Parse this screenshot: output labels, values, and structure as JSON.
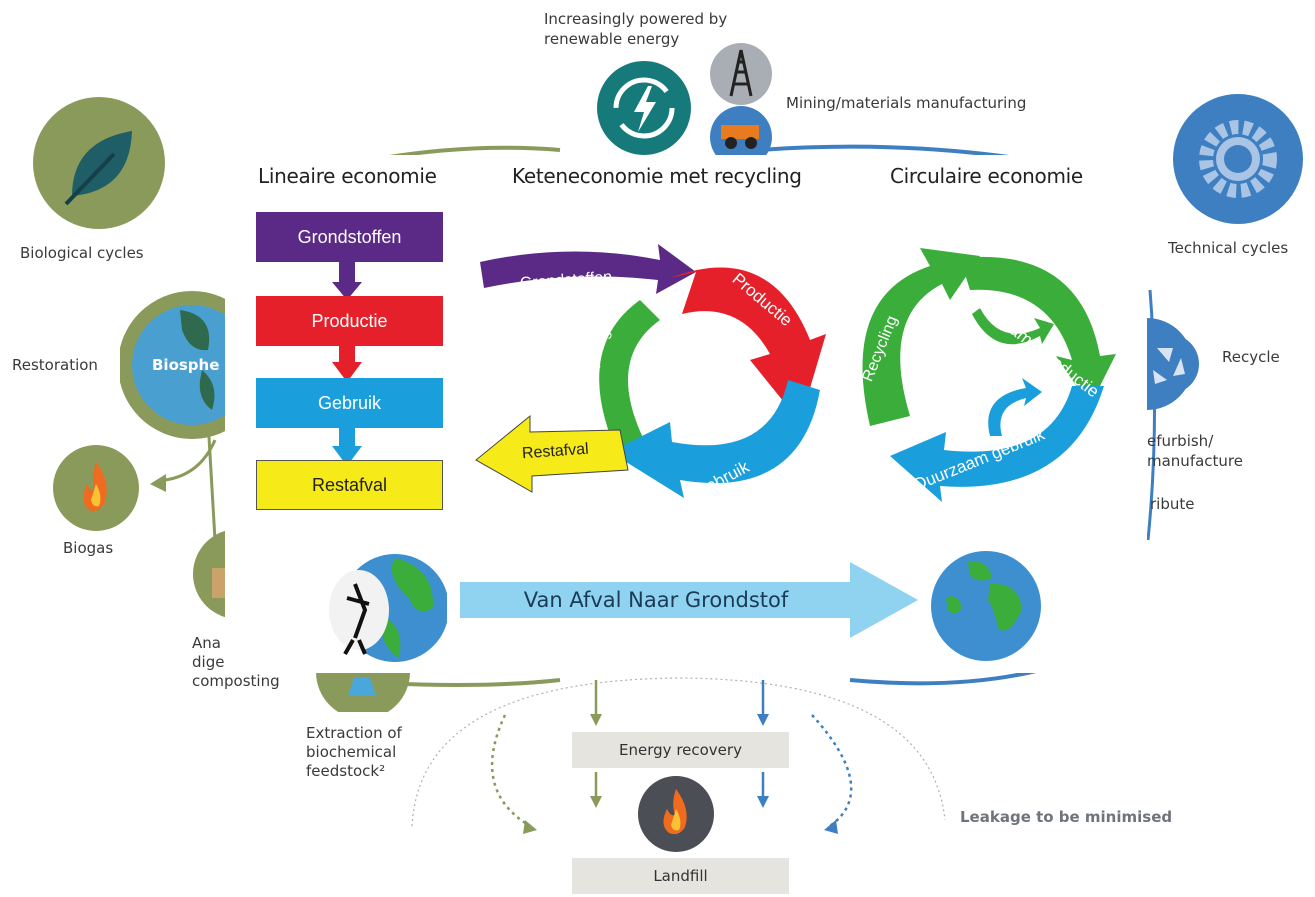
{
  "background": {
    "renewable_label_line1": "Increasingly powered by",
    "renewable_label_line2": "renewable energy",
    "mining_label": "Mining/materials manufacturing",
    "biological_cycles": "Biological cycles",
    "technical_cycles": "Technical cycles",
    "restoration": "Restoration",
    "biosphere": "Biosphe",
    "biogas": "Biogas",
    "anaerobic_line1": "Ana",
    "anaerobic_line2": "dige",
    "anaerobic_line3": "composting",
    "extraction_line1": "Extraction of",
    "extraction_line2": "biochemical",
    "extraction_line3": "feedstock²",
    "recycle": "Recycle",
    "refurbish_line1": "efurbish/",
    "refurbish_line2": "manufacture",
    "redistribute": "ribute",
    "energy_recovery": "Energy recovery",
    "landfill": "Landfill",
    "leakage": "Leakage to be minimised"
  },
  "overlay": {
    "linear": {
      "title": "Lineaire economie",
      "steps": [
        "Grondstoffen",
        "Productie",
        "Gebruik",
        "Restafval"
      ]
    },
    "chain": {
      "title": "Keteneconomie met recycling",
      "input": "Grondstoffen",
      "production": "Productie",
      "use": "Gebruik",
      "recycling": "Recycling",
      "waste": "Restafval"
    },
    "circular": {
      "title": "Circulaire economie",
      "production": "Duurzame productie",
      "use": "Duurzaam gebruik",
      "recycling": "Recycling"
    },
    "banner": "Van Afval Naar Grondstof"
  },
  "colors": {
    "purple": "#5b2a86",
    "red": "#e5202a",
    "blue": "#1b9fdc",
    "yellow": "#f6ea19",
    "green": "#3aad3b",
    "banner": "#8fd3f0",
    "bio_green": "#8a9a5b",
    "tech_blue": "#3e7fc1"
  }
}
